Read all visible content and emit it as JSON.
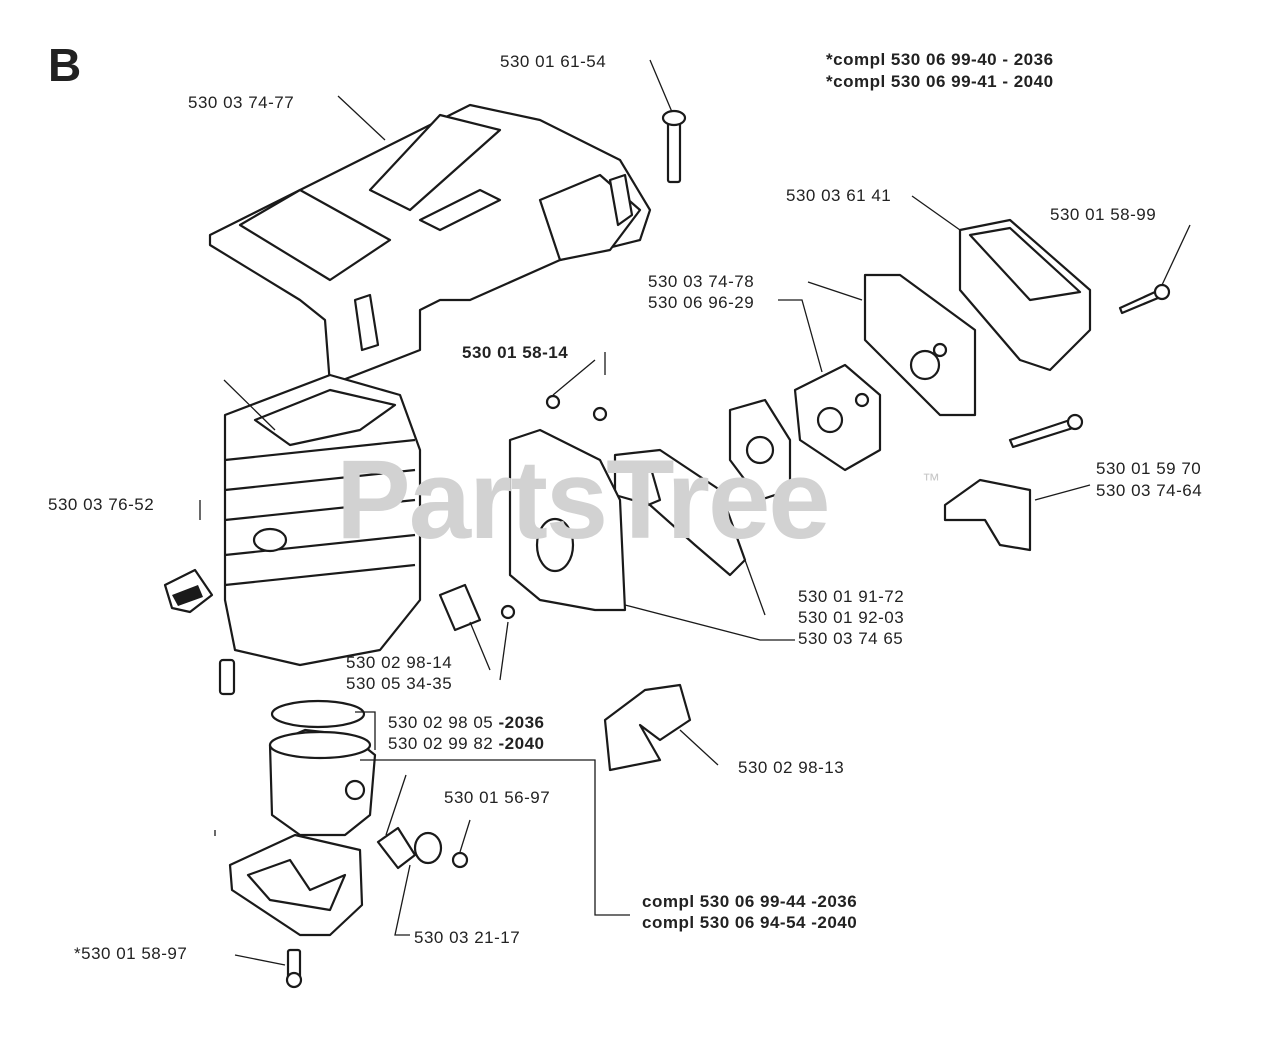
{
  "section_letter": "B",
  "watermark": "PartsTree",
  "watermark_tm": "™",
  "labels": {
    "compl_2036": "*compl 530 06 99-40 - 2036",
    "compl_2040": "*compl 530 06 99-41 - 2040",
    "p_530016154": "530 01 61-54",
    "p_530037477": "530 03 74-77",
    "p_530036141": "530 03 61 41",
    "p_530015899": "530 01 58-99",
    "p_530037478": "530 03 74-78",
    "p_530069629": "530 06 96-29",
    "p_530015814": "530 01 58-14",
    "p_530037652": "530 03 76-52",
    "p_530015970": "530 01 59 70",
    "p_530037464": "530 03 74-64",
    "p_530019172": "530 01 91-72",
    "p_530019203": "530 01 92-03",
    "p_530037465": "530 03 74 65",
    "p_530029814": "530 02 98-14",
    "p_530053435": "530 05 34-35",
    "p_530029805": "530 02 98 05",
    "p_530029805_suffix": "-2036",
    "p_530029982": "530 02 99 82",
    "p_530029982_suffix": "-2040",
    "p_530029813": "530 02 98-13",
    "p_530015697": "530 01 56-97",
    "compl_piston_2036": "compl 530 06 99-44",
    "compl_piston_2036_suffix": "-2036",
    "compl_piston_2040": "compl 530 06 94-54",
    "compl_piston_2040_suffix": "-2040",
    "p_530032117": "530 03 21-17",
    "p_530015897": "*530 01 58-97"
  }
}
